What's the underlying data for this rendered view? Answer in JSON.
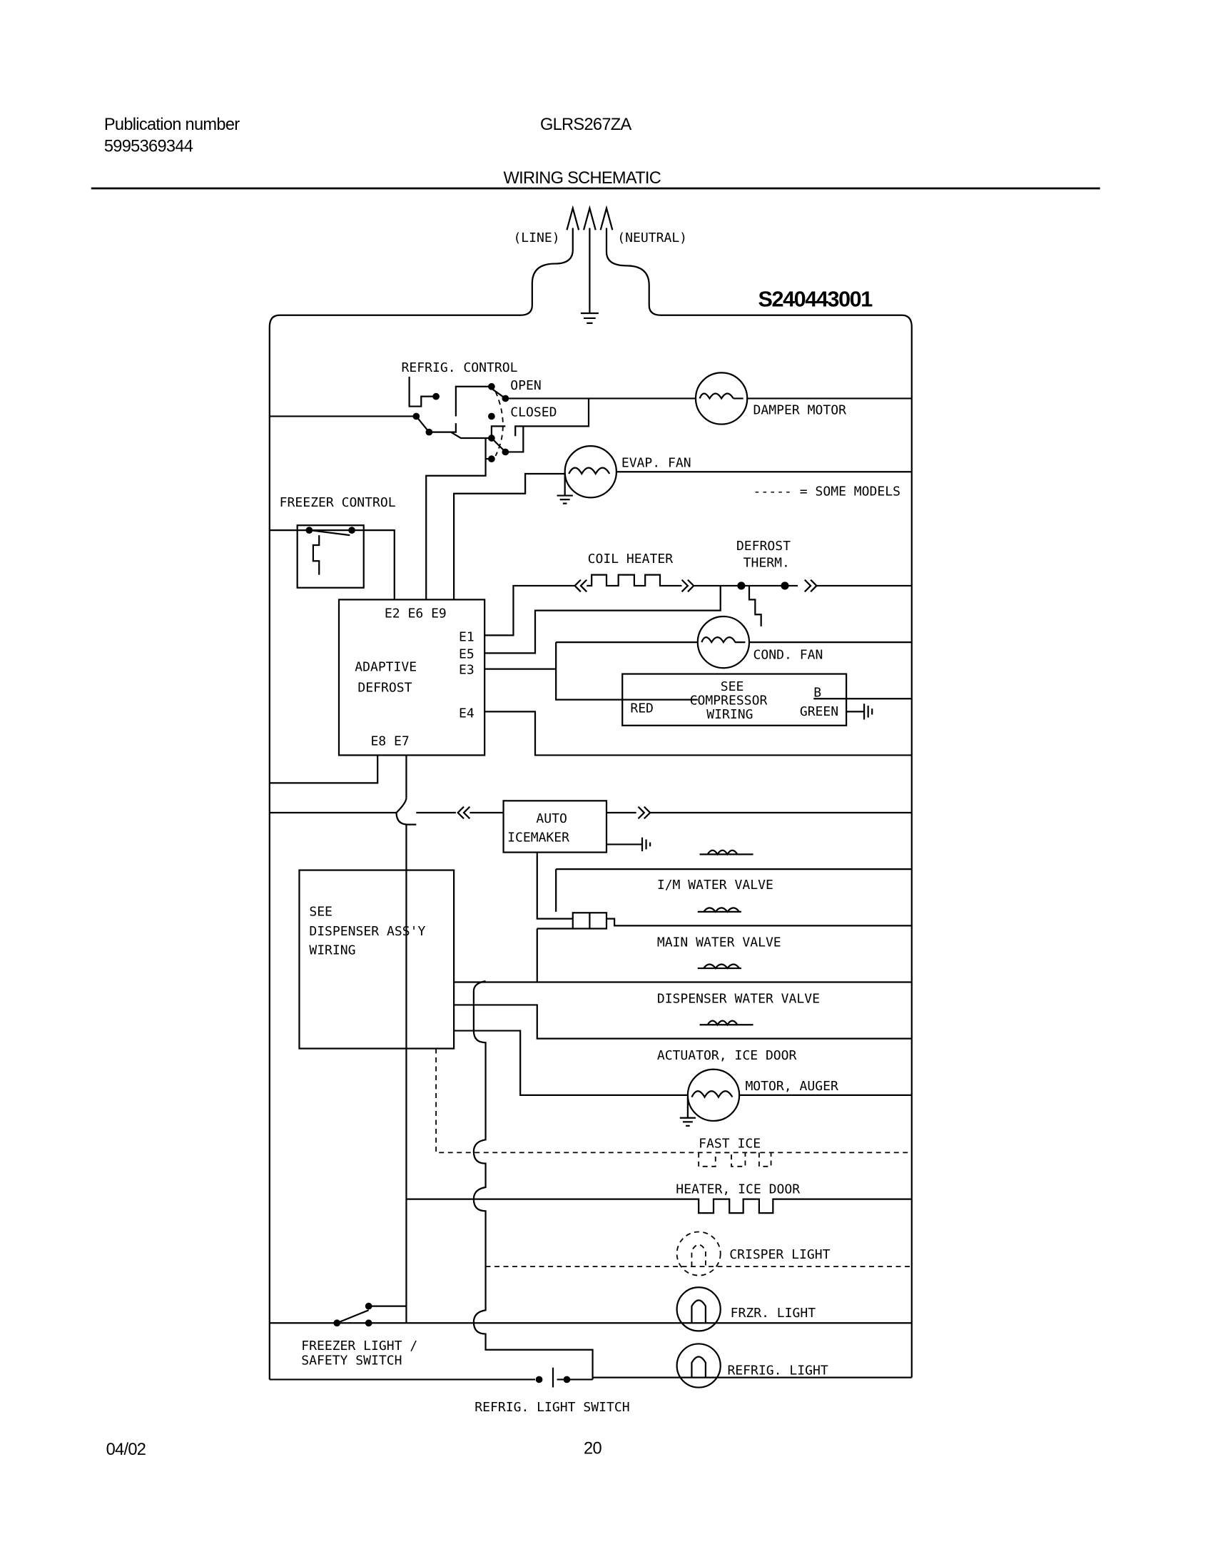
{
  "header": {
    "publication_label": "Publication number",
    "publication_number": "5995369344",
    "model": "GLRS267ZA",
    "title": "WIRING SCHEMATIC"
  },
  "footer": {
    "date": "04/02",
    "page": "20"
  },
  "diagram": {
    "id": "S240443001",
    "line": "(LINE)",
    "neutral": "(NEUTRAL)",
    "refrig_control": "REFRIG. CONTROL",
    "open": "OPEN",
    "closed": "CLOSED",
    "damper_motor": "DAMPER MOTOR",
    "evap_fan": "EVAP. FAN",
    "some_models": "----- = SOME MODELS",
    "freezer_control": "FREEZER CONTROL",
    "coil_heater": "COIL HEATER",
    "defrost_therm": [
      "DEFROST",
      "THERM."
    ],
    "cond_fan": "COND. FAN",
    "compressor": [
      "SEE",
      "COMPRESSOR",
      "WIRING"
    ],
    "red": "RED",
    "b": "B",
    "green": "GREEN",
    "adaptive_defrost": [
      "ADAPTIVE",
      "DEFROST"
    ],
    "terminals_top": "E2  E6  E9",
    "e1": "E1",
    "e5": "E5",
    "e3": "E3",
    "e4": "E4",
    "terminals_bottom": "E8  E7",
    "auto_icemaker": [
      "AUTO",
      "ICEMAKER"
    ],
    "dispenser": [
      "SEE",
      "DISPENSER ASS'Y",
      "WIRING"
    ],
    "im_water_valve": "I/M WATER VALVE",
    "main_water_valve": "MAIN WATER VALVE",
    "dispenser_water_valve": "DISPENSER WATER VALVE",
    "actuator_ice_door": "ACTUATOR, ICE DOOR",
    "motor_auger": "MOTOR, AUGER",
    "fast_ice": "FAST ICE",
    "heater_ice_door": "HEATER, ICE DOOR",
    "crisper_light": "CRISPER LIGHT",
    "frzr_light": "FRZR. LIGHT",
    "freezer_light_switch": [
      "FREEZER LIGHT /",
      "SAFETY SWITCH"
    ],
    "refrig_light": "REFRIG. LIGHT",
    "refrig_light_switch": "REFRIG. LIGHT SWITCH"
  }
}
